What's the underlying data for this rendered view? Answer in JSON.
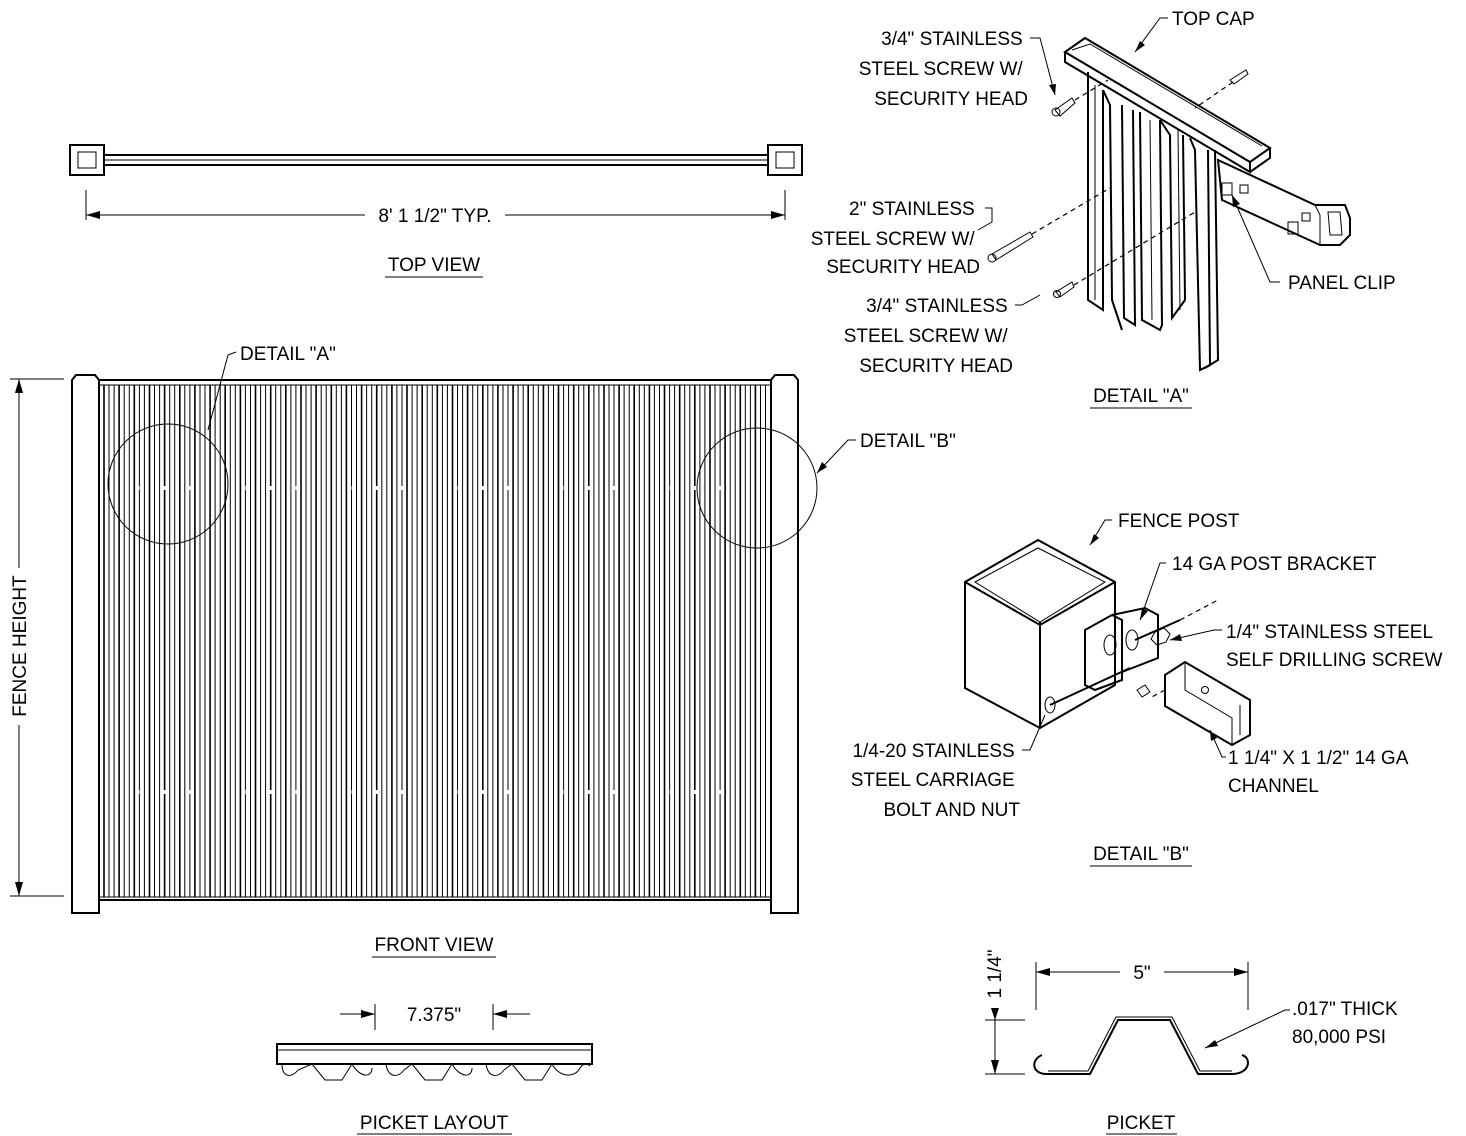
{
  "top_view": {
    "dimension": "8' 1 1/2\" TYP.",
    "title": "TOP VIEW"
  },
  "detail_a": {
    "title": "DETAIL \"A\"",
    "top_cap": "TOP CAP",
    "screw_top": [
      "3/4\" STAINLESS",
      "STEEL SCREW W/",
      "SECURITY HEAD"
    ],
    "screw_mid": [
      "2\" STAINLESS",
      "STEEL SCREW W/",
      "SECURITY HEAD"
    ],
    "screw_bot": [
      "3/4\" STAINLESS",
      "STEEL SCREW W/",
      "SECURITY HEAD"
    ],
    "panel_clip": "PANEL CLIP"
  },
  "front_view": {
    "title": "FRONT VIEW",
    "fence_height": "FENCE HEIGHT",
    "callout_a": "DETAIL \"A\"",
    "callout_b": "DETAIL \"B\""
  },
  "detail_b": {
    "title": "DETAIL \"B\"",
    "fence_post": "FENCE POST",
    "post_bracket": "14 GA POST BRACKET",
    "self_drilling": [
      "1/4\" STAINLESS STEEL",
      "SELF DRILLING SCREW"
    ],
    "carriage_bolt": [
      "1/4-20 STAINLESS",
      "STEEL CARRIAGE",
      "BOLT AND NUT"
    ],
    "channel": [
      "1 1/4\" X 1 1/2\" 14 GA",
      "CHANNEL"
    ]
  },
  "picket_layout": {
    "title": "PICKET LAYOUT",
    "dimension": "7.375\""
  },
  "picket": {
    "title": "PICKET",
    "width": "5\"",
    "height": "1 1/4\"",
    "spec": [
      ".017\" THICK",
      "80,000 PSI"
    ]
  }
}
